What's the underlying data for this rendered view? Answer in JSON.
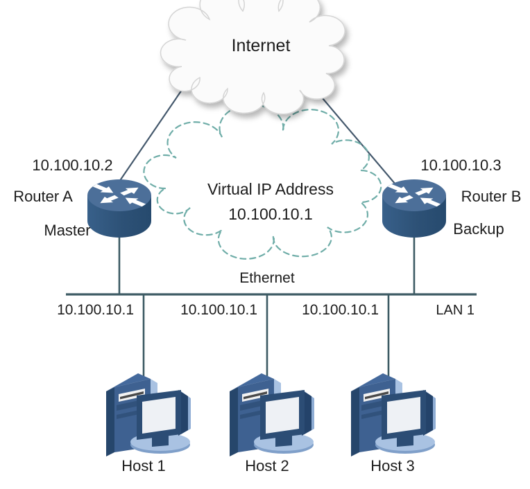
{
  "internet": {
    "label": "Internet"
  },
  "virtual_ip_cloud": {
    "title": "Virtual IP Address",
    "address": "10.100.10.1"
  },
  "routers": {
    "a": {
      "ip": "10.100.10.2",
      "name": "Router A",
      "role": "Master"
    },
    "b": {
      "ip": "10.100.10.3",
      "name": "Router B",
      "role": "Backup"
    }
  },
  "lan": {
    "segment_label": "Ethernet",
    "name": "LAN 1",
    "host_ips": [
      "10.100.10.1",
      "10.100.10.1",
      "10.100.10.1"
    ]
  },
  "hosts": [
    {
      "label": "Host 1"
    },
    {
      "label": "Host 2"
    },
    {
      "label": "Host 3"
    }
  ],
  "colors": {
    "router_body": "#2d5176",
    "router_top": "#4c6f99",
    "dashed_cloud_stroke": "#6fada8",
    "solid_line": "#3c5a63",
    "diagonal_line": "#44586c",
    "host_front": "#3e6191",
    "host_side_dark": "#26466b",
    "host_light": "#a9c2e2",
    "monitor_frame": "#2c4d75",
    "screen": "#eef1f5",
    "internet_cloud_fill": "#fbfbfb",
    "text": "#1c1c1c"
  }
}
